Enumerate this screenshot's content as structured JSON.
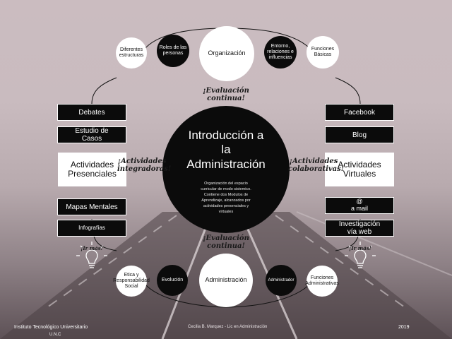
{
  "center": {
    "title_lines": [
      "Introducción a",
      "la",
      "Administración"
    ],
    "description": "Organización del espacio curricular de modo sistemico. Contiene dos Modulos de Aprendizaje, alcanzados por actividades presenciales y virtuales"
  },
  "top": {
    "main": "Organización",
    "left_outer": "Diferentes estructuras",
    "left_inner": "Roles de las personas",
    "right_inner": "Entorno, relaciones e influencias",
    "right_outer": "Funciones Básicas"
  },
  "bottom": {
    "main": "Administración",
    "left_outer": "Etica y Responsabilidad Social",
    "left_inner": "Evolución",
    "right_inner": "Administrador",
    "right_outer": "Funciones Administrativas"
  },
  "left": {
    "debates": "Debates",
    "estudio": "Estudio de Casos",
    "presenciales": "Actividades Presenciales",
    "mapas": "Mapas Mentales",
    "infografias": "Infografías"
  },
  "right": {
    "facebook": "Facebook",
    "blog": "Blog",
    "virtuales": "Actividades Virtuales",
    "mail_symbol": "@",
    "mail": "a mail",
    "investigacion": "Investigación vía web"
  },
  "annotations": {
    "evaluacion_top": "¡Evaluación continua!",
    "evaluacion_bottom": "¡Evaluación continua!",
    "integradoras": "¡Actividades integradoras!",
    "colaborativas": "¡Actividades colaborativas!",
    "ir_mas_left": "¡Ir más!",
    "ir_mas_right": "¡Ir más!"
  },
  "footer": {
    "institute": "Instituto Tecnológico Universitario",
    "institute_sub": "U.N.C",
    "author": "Cecilia B. Marquez - Lic en Administración",
    "year": "2019"
  },
  "colors": {
    "background_top": "#cbbcc0",
    "background_bottom": "#5d5156",
    "dark": "#0b0b0b",
    "light": "#ffffff"
  }
}
